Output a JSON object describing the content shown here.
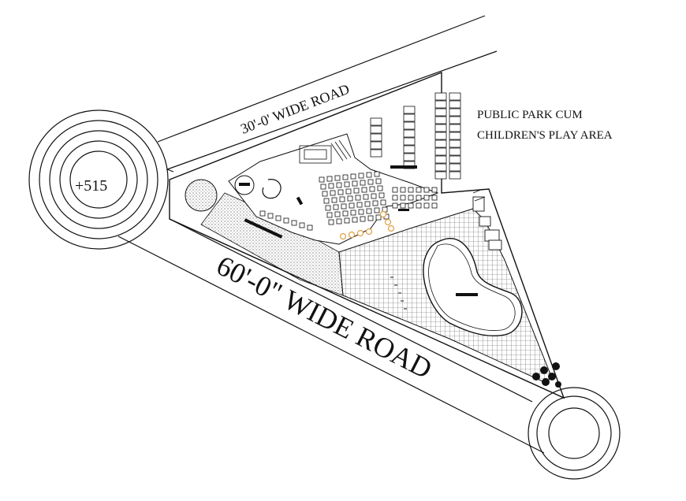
{
  "labels": {
    "road_small": "30'-0' WIDE ROAD",
    "road_large": "60'-0\" WIDE ROAD",
    "park_line1": "PUBLIC PARK CUM",
    "park_line2": "CHILDREN'S PLAY AREA",
    "level": "+515"
  },
  "colors": {
    "line": "#111111",
    "accent_chairs": "#e0a040",
    "hatch": "#555555"
  }
}
